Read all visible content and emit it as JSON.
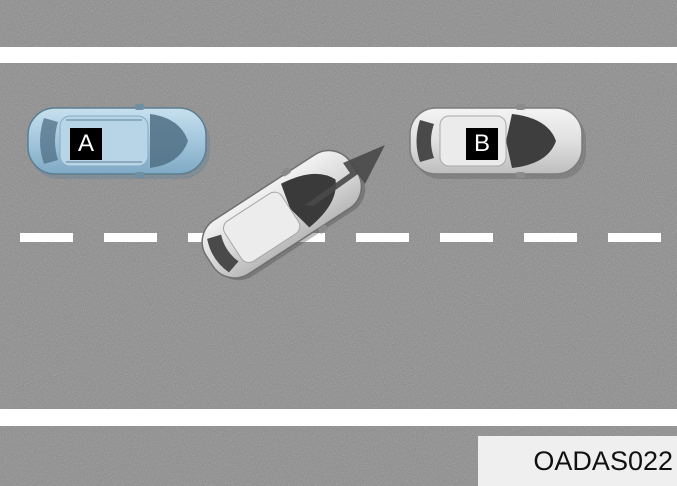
{
  "labels": {
    "car_a": "A",
    "car_b": "B"
  },
  "figure_code": "OADAS022",
  "colors": {
    "asphalt": "#8a8a8a",
    "lane_marking": "#ffffff",
    "car_a_body": "#a9cbe0",
    "car_b_body": "#e4e4e4",
    "ego_car_body": "#dcdcdc",
    "arrow": "#4a4a4a",
    "label_box": "#000000"
  },
  "icons": {
    "maneuver_arrow": "arrow-up-right-icon"
  }
}
